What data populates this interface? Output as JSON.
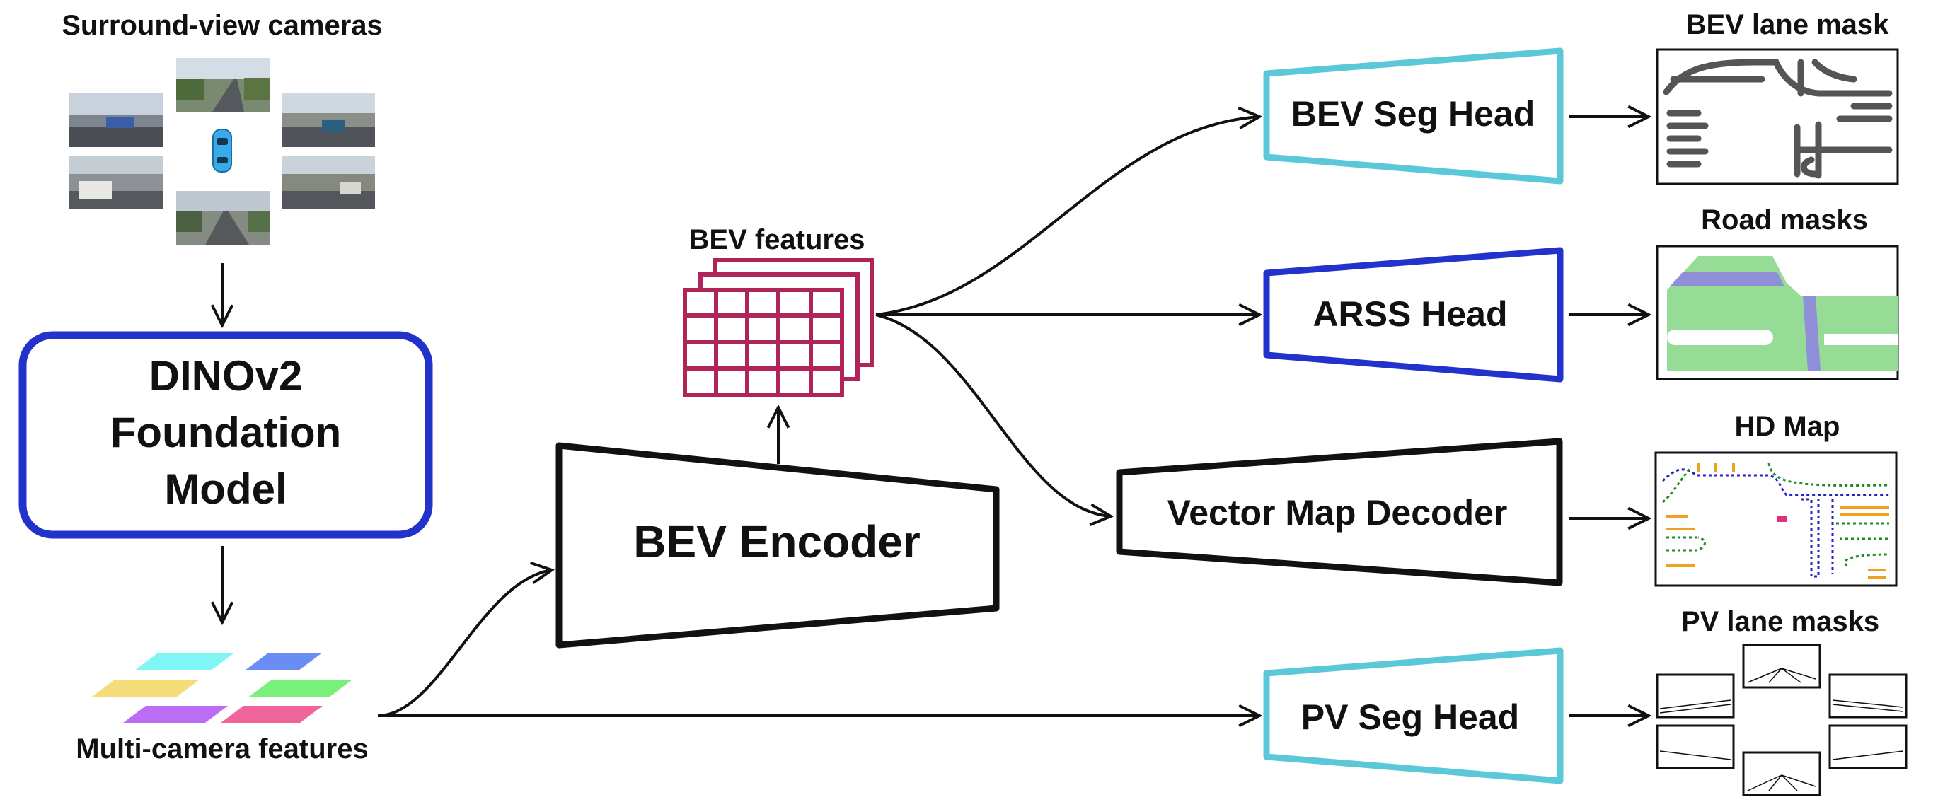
{
  "labels": {
    "cameras": "Surround-view cameras",
    "foundation_line1": "DINOv2",
    "foundation_line2": "Foundation",
    "foundation_line3": "Model",
    "multicam": "Multi-camera features",
    "bev_features": "BEV features",
    "bev_encoder": "BEV Encoder",
    "bev_seg_head": "BEV Seg Head",
    "arss_head": "ARSS Head",
    "vector_map_decoder": "Vector Map Decoder",
    "pv_seg_head": "PV Seg Head",
    "bev_lane_mask": "BEV lane mask",
    "road_masks": "Road masks",
    "hd_map": "HD Map",
    "pv_lane_masks": "PV lane masks"
  },
  "colors": {
    "foundation_border": "#2233cc",
    "bev_seg_border": "#5ac8d8",
    "arss_border": "#2233cc",
    "pv_seg_border": "#5ac8d8",
    "bev_features_grid": "#b0245a",
    "road_green": "#96dc96",
    "road_purple": "#9090d8",
    "lane_gray": "#555555",
    "hdmap_blue": "#2222cc",
    "hdmap_green": "#228822",
    "hdmap_orange": "#f0a020",
    "feature_cyan": "#7ff5f5",
    "feature_blue": "#6a8cf5",
    "feature_yellow": "#f5dc78",
    "feature_green": "#78f07a",
    "feature_purple": "#bb6ef5",
    "feature_pink": "#f0649c"
  },
  "icons": {
    "car": "car-icon"
  }
}
